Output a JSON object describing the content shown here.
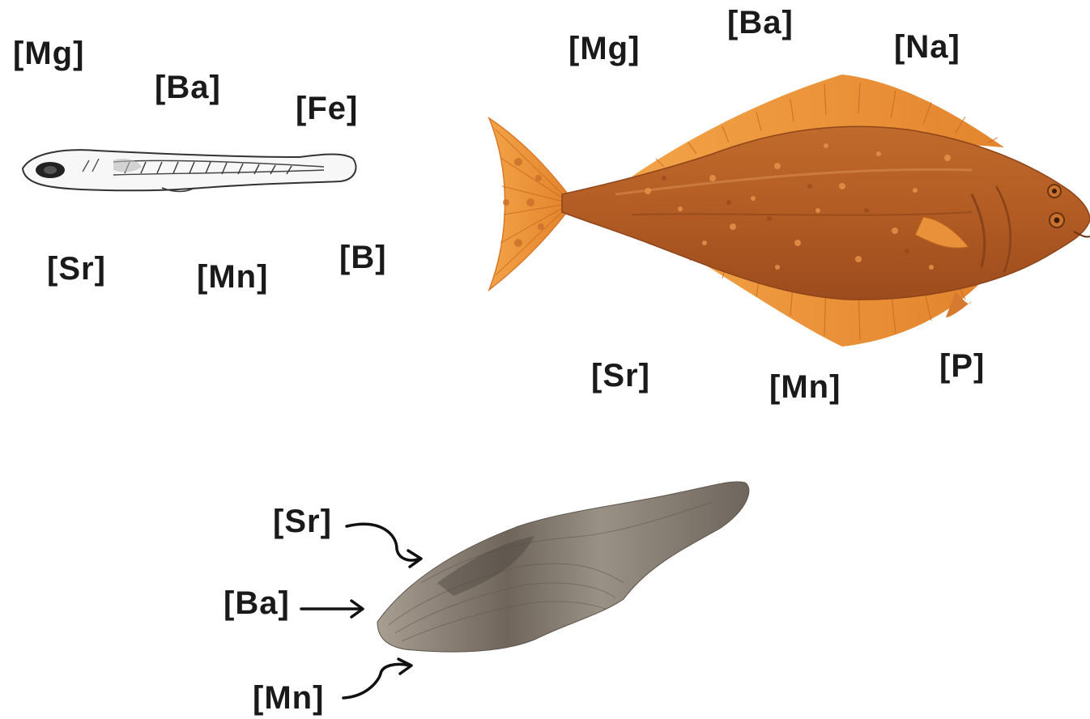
{
  "larva": {
    "labels": {
      "mg": "[Mg]",
      "ba": "[Ba]",
      "fe": "[Fe]",
      "sr": "[Sr]",
      "mn": "[Mn]",
      "b": "[B]"
    }
  },
  "adult": {
    "labels": {
      "mg": "[Mg]",
      "ba": "[Ba]",
      "na": "[Na]",
      "sr": "[Sr]",
      "mn": "[Mn]",
      "p": "[P]"
    }
  },
  "otolith": {
    "labels": {
      "sr": "[Sr]",
      "ba": "[Ba]",
      "mn": "[Mn]"
    }
  },
  "colors": {
    "text": "#1a1a1a",
    "fish_body": "#b45e25",
    "fish_fin": "#ef9a3c",
    "fish_spots": "#e7904a",
    "otolith": "#8c8377"
  }
}
